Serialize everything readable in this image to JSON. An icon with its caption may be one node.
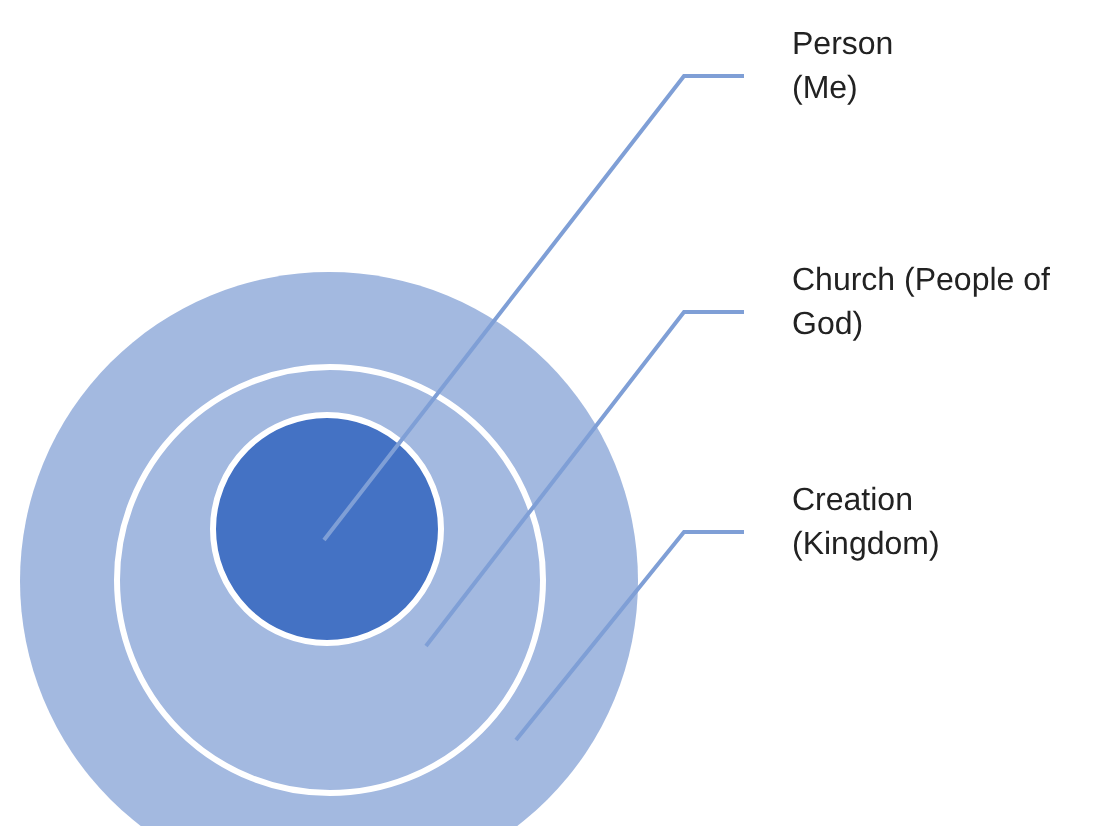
{
  "diagram": {
    "nodes": [
      {
        "text": [],
        "shape": "circle"
      },
      {
        "text": [],
        "shape": "circle",
        "in": 0
      },
      {
        "text": [],
        "shape": "circle",
        "in": 1
      },
      {
        "text": [
          "Person (Me)"
        ]
      },
      {
        "text": [
          "Church (People of God)"
        ]
      },
      {
        "text": [
          "Creation (Kingdom)"
        ]
      }
    ],
    "edges": [
      {
        "from": 3,
        "to": 2,
        "arrow": "none"
      },
      {
        "from": 4,
        "to": 1,
        "arrow": "none"
      },
      {
        "from": 5,
        "to": 0,
        "arrow": "none"
      }
    ]
  }
}
